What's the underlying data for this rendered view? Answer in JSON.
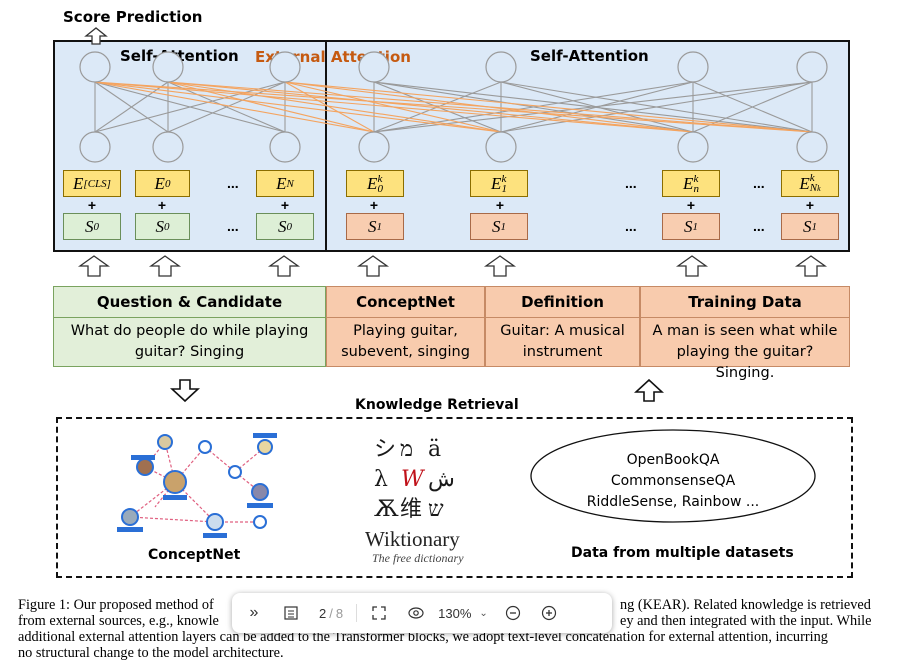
{
  "figure": {
    "score_prediction": "Score Prediction",
    "self_attention_left": "Self-Attention",
    "external_attention": "External Attention",
    "self_attention_right": "Self-Attention",
    "plus": "+",
    "ellipsis": "...",
    "knowledge_retrieval": "Knowledge Retrieval",
    "colors": {
      "accent_orange": "#f4a460",
      "blue_panel": "#dce9f7",
      "green_cell": "#e2efd9",
      "orange_cell": "#f8cbad",
      "yellow_token": "#fde27e"
    },
    "knowledge": {
      "question_header": "Question & Candidate",
      "question_body": "What do people do while playing guitar? Singing",
      "conceptnet_header": "ConceptNet",
      "conceptnet_body": "Playing guitar, subevent, singing",
      "definition_header": "Definition",
      "definition_body": "Guitar: A musical instrument",
      "training_header": "Training Data",
      "training_body": "A man is seen what while playing the guitar? Singing."
    },
    "sources": {
      "conceptnet_label": "ConceptNet",
      "wiktionary_name": "Wiktionary",
      "wiktionary_tagline": "The free dictionary",
      "datasets": [
        "OpenBookQA",
        "CommonsenseQA",
        "RiddleSense, Rainbow ..."
      ],
      "datasets_label": "Data from multiple datasets"
    }
  },
  "caption": {
    "line1_left": "Figure 1: Our proposed method of",
    "line1_right": "ng (KEAR). Related knowledge is retrieved",
    "line2_left": "from external sources, e.g., knowle",
    "line2_right": "ey and then integrated with the input. While",
    "line3": "additional external attention layers can be added to the Transformer blocks, we adopt text-level concatenation for external attention, incurring",
    "line4": "no structural change to the model architecture."
  },
  "viewer": {
    "page_current": "2",
    "page_sep": "/",
    "page_total": "8",
    "zoom": "130%"
  }
}
